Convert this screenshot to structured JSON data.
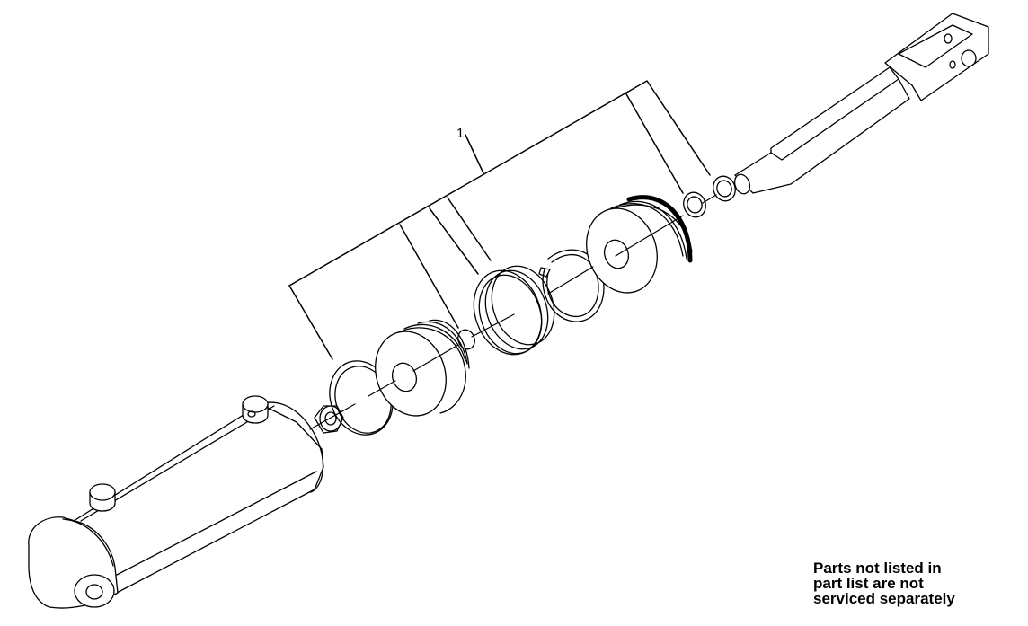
{
  "diagram": {
    "callout": "1",
    "note_lines": [
      "Parts not listed in",
      "part list are not",
      "serviced separately"
    ],
    "parts": [
      "cylinder-barrel",
      "nut",
      "o-ring",
      "piston",
      "small-o-ring",
      "backup-ring",
      "snap-ring",
      "gland",
      "rod-seal",
      "wiper",
      "piston-rod-clevis"
    ],
    "colors": {
      "line": "#000000",
      "background": "#ffffff"
    }
  }
}
